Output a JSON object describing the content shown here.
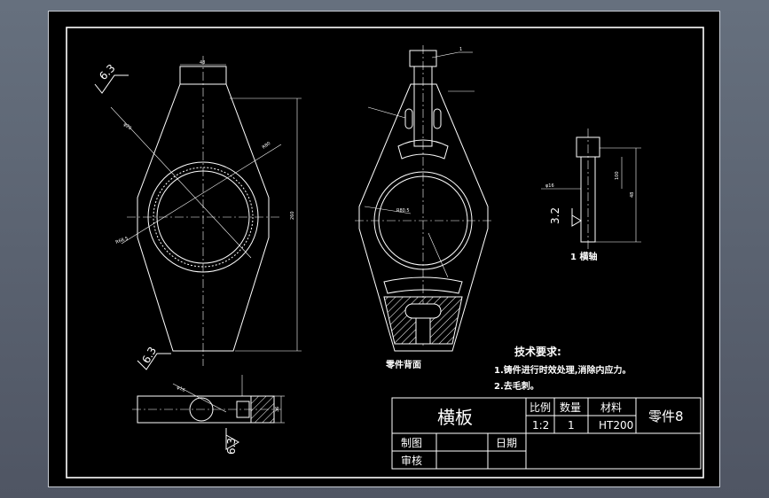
{
  "drawing": {
    "title": "横板",
    "part_label": "零件8",
    "scale_header": "比例",
    "quantity_header": "数量",
    "material_header": "材料",
    "scale_value": "1:2",
    "quantity_value": "1",
    "material_value": "HT200",
    "drawn_by_label": "制图",
    "date_label": "日期",
    "checked_by_label": "审核"
  },
  "notes": {
    "heading": "技术要求:",
    "line1": "1.铸件进行时效处理,消除内应力。",
    "line2": "2.去毛刺。"
  },
  "labels": {
    "section_view": "零件背面",
    "part_callout": "1",
    "part1_name": "1 横轴",
    "roughness_main": "6.3",
    "roughness_left": "6.3",
    "roughness_bottom": "6.3",
    "roughness_pin": "3.2"
  },
  "dimensions": {
    "top_width": "48",
    "height_main": "260",
    "dia_r": "R80",
    "dia_left": "R68.5",
    "dia_mid": "R80.5",
    "dia_leader": "φ20",
    "pin_h1": "100",
    "pin_h2": "48",
    "pin_d": "φ16",
    "bottom_w": "φ16",
    "bottom_h": "36"
  },
  "colors": {
    "sheet": "#000000",
    "lines": "#ffffff",
    "window": "#5b6070"
  }
}
